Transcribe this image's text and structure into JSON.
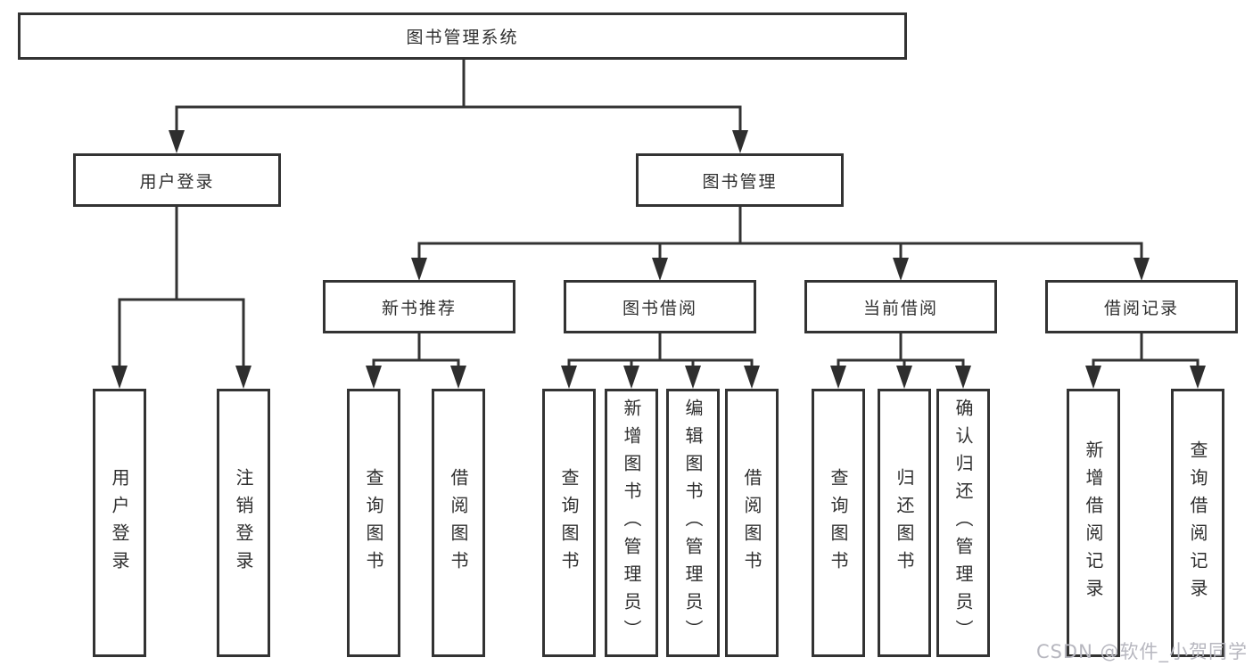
{
  "diagram": {
    "type": "hierarchy-tree",
    "root": {
      "label": "图书管理系统"
    },
    "level2": [
      {
        "label": "用户登录",
        "parent": "图书管理系统"
      },
      {
        "label": "图书管理",
        "parent": "图书管理系统"
      }
    ],
    "level3": [
      {
        "label": "新书推荐",
        "parent": "图书管理"
      },
      {
        "label": "图书借阅",
        "parent": "图书管理"
      },
      {
        "label": "当前借阅",
        "parent": "图书管理"
      },
      {
        "label": "借阅记录",
        "parent": "图书管理"
      }
    ],
    "leaves": [
      {
        "label": "用户登录",
        "parent": "用户登录"
      },
      {
        "label": "注销登录",
        "parent": "用户登录"
      },
      {
        "label": "查询图书",
        "parent": "新书推荐"
      },
      {
        "label": "借阅图书",
        "parent": "新书推荐"
      },
      {
        "label": "查询图书",
        "parent": "图书借阅"
      },
      {
        "label": "新增图书（管理员）",
        "parent": "图书借阅"
      },
      {
        "label": "编辑图书（管理员）",
        "parent": "图书借阅"
      },
      {
        "label": "借阅图书",
        "parent": "图书借阅"
      },
      {
        "label": "查询图书",
        "parent": "当前借阅"
      },
      {
        "label": "归还图书",
        "parent": "当前借阅"
      },
      {
        "label": "确认归还（管理员）",
        "parent": "当前借阅"
      },
      {
        "label": "新增借阅记录",
        "parent": "借阅记录"
      },
      {
        "label": "查询借阅记录",
        "parent": "借阅记录"
      }
    ],
    "colors": {
      "line": "#333333",
      "text": "#2f2f2f",
      "box_background": "#ffffff"
    }
  },
  "watermark": {
    "text": "CSDN @软件_小贺同学",
    "color": "#b7b7bf"
  }
}
